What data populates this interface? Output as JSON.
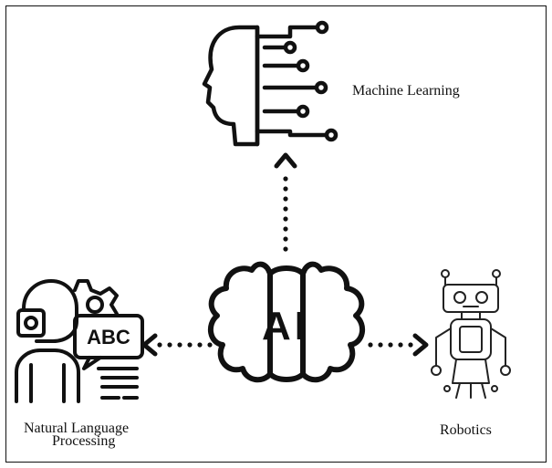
{
  "diagram": {
    "center": {
      "label": "AI",
      "icon": "brain-icon"
    },
    "nodes": [
      {
        "id": "ml",
        "label": "Machine Learning",
        "icon": "head-circuit-icon"
      },
      {
        "id": "nlp",
        "label_line1": "Natural Language",
        "label_line2": "Processing",
        "icon": "person-abc-gear-icon"
      },
      {
        "id": "robotics",
        "label": "Robotics",
        "icon": "robot-icon"
      }
    ],
    "edges": [
      {
        "from": "center",
        "to": "ml",
        "style": "dotted-arrow"
      },
      {
        "from": "center",
        "to": "nlp",
        "style": "dotted-arrow"
      },
      {
        "from": "center",
        "to": "robotics",
        "style": "dotted-arrow"
      }
    ],
    "colors": {
      "ink": "#111111",
      "frame": "#111111",
      "background": "#ffffff"
    }
  }
}
